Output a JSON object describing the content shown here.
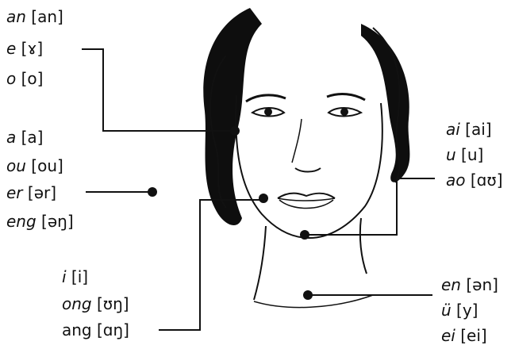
{
  "groups": [
    {
      "id": "top-left",
      "items": [
        {
          "pinyin": "an",
          "ipa": "[an]"
        },
        {
          "pinyin": "e",
          "ipa": "[ɤ]"
        },
        {
          "pinyin": "o",
          "ipa": "[o]"
        }
      ],
      "anchor": "cheek-left"
    },
    {
      "id": "mid-left",
      "items": [
        {
          "pinyin": "a",
          "ipa": "[a]"
        },
        {
          "pinyin": "ou",
          "ipa": "[ou]"
        },
        {
          "pinyin": "er",
          "ipa": "[ər]"
        },
        {
          "pinyin": "eng",
          "ipa": "[əŋ]"
        }
      ],
      "anchor": "hair-left"
    },
    {
      "id": "bottom-left",
      "items": [
        {
          "pinyin": "i",
          "ipa": "[i]"
        },
        {
          "pinyin": "ong",
          "ipa": "[ʊŋ]"
        },
        {
          "pinyin": "ang",
          "ipa": "[ɑŋ]",
          "italic": false
        }
      ],
      "anchor": "lip-corner-left"
    },
    {
      "id": "mid-right",
      "items": [
        {
          "pinyin": "ai",
          "ipa": "[ai]"
        },
        {
          "pinyin": "u",
          "ipa": "[u]"
        },
        {
          "pinyin": "ao",
          "ipa": "[ɑʊ]"
        }
      ],
      "anchor": "chin"
    },
    {
      "id": "bottom-right",
      "items": [
        {
          "pinyin": "en",
          "ipa": "[ən]"
        },
        {
          "pinyin": "ü",
          "ipa": "[y]"
        },
        {
          "pinyin": "ei",
          "ipa": "[ei]"
        }
      ],
      "anchor": "throat"
    }
  ],
  "colors": {
    "ink": "#111111",
    "background": "#ffffff"
  },
  "icons": [
    "face-illustration",
    "pointer-dot"
  ]
}
